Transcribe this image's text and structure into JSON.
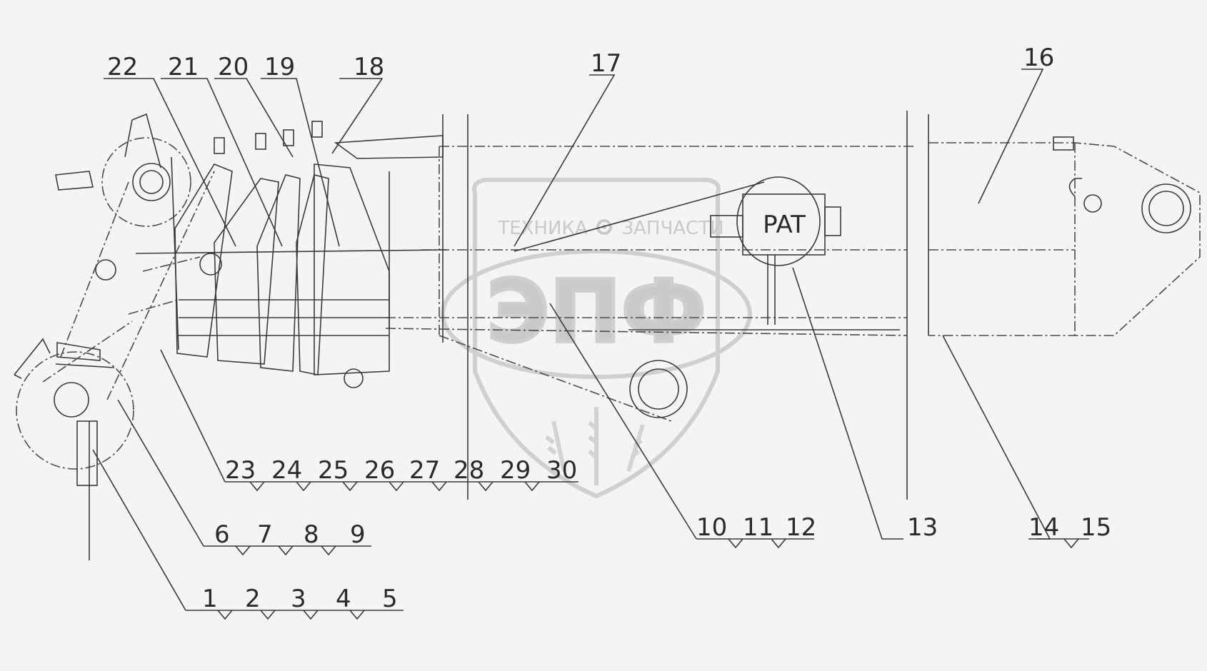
{
  "diagram": {
    "pat_box_label": "PAT",
    "callouts": {
      "c1": "1",
      "c2": "2",
      "c3": "3",
      "c4": "4",
      "c5": "5",
      "c6": "6",
      "c7": "7",
      "c8": "8",
      "c9": "9",
      "c10": "10",
      "c11": "11",
      "c12": "12",
      "c13": "13",
      "c14": "14",
      "c15": "15",
      "c16": "16",
      "c17": "17",
      "c18": "18",
      "c19": "19",
      "c20": "20",
      "c21": "21",
      "c22": "22",
      "c23": "23",
      "c24": "24",
      "c25": "25",
      "c26": "26",
      "c27": "27",
      "c28": "28",
      "c29": "29",
      "c30": "30"
    }
  },
  "watermark": {
    "left_text": "ТЕХНИКА",
    "right_text": "ЗАПЧАСТИ",
    "logo_text": "ЭПФ",
    "gear_icon": "gear-icon",
    "color": "#cfcfcf"
  }
}
